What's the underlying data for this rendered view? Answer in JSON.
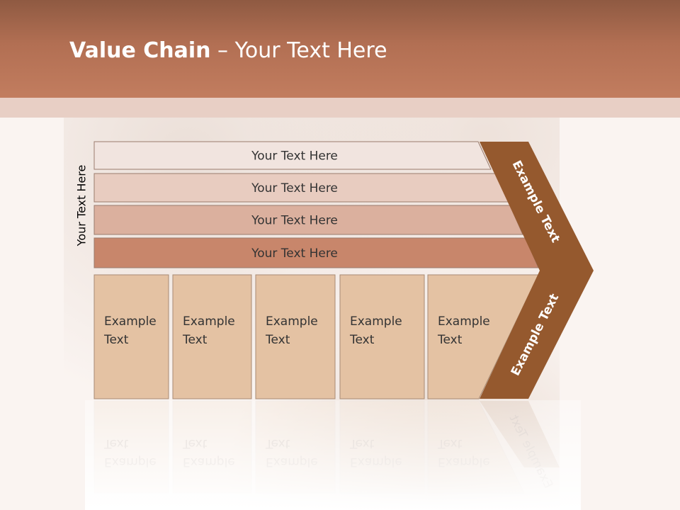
{
  "title": {
    "bold": "Value Chain",
    "rest": " – Your Text Here"
  },
  "side_label": "Your Text Here",
  "support_rows": [
    {
      "label": "Your Text Here",
      "color": "#f1e4df"
    },
    {
      "label": "Your Text Here",
      "color": "#e8ccc0"
    },
    {
      "label": "Your Text Here",
      "color": "#dbb09e"
    },
    {
      "label": "Your Text Here",
      "color": "#c8866b"
    }
  ],
  "primary_columns": [
    {
      "line1": "Example",
      "line2": "Text"
    },
    {
      "line1": "Example",
      "line2": "Text"
    },
    {
      "line1": "Example",
      "line2": "Text"
    },
    {
      "line1": "Example",
      "line2": "Text"
    },
    {
      "line1": "Example",
      "line2": "Text"
    }
  ],
  "arrow": {
    "upper_label": "Example Text",
    "lower_label": "Example Text",
    "color": "#95592e"
  },
  "column_color": "#e4c2a3"
}
